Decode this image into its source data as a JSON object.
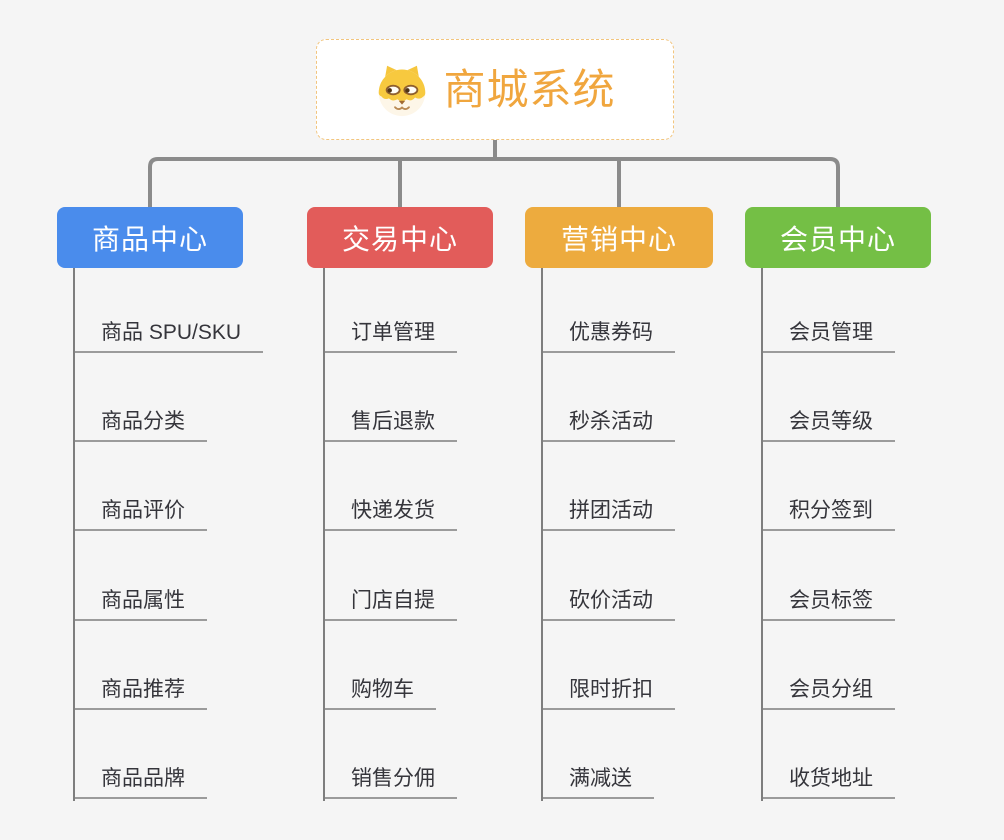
{
  "root": {
    "title": "商城系统",
    "title_color": "#f0a63e",
    "border_color": "#f2c57e",
    "icon": "doge-icon"
  },
  "connector_color": "#8b8b8b",
  "branches": [
    {
      "label": "商品中心",
      "color": "#4a8cec",
      "items": [
        "商品 SPU/SKU",
        "商品分类",
        "商品评价",
        "商品属性",
        "商品推荐",
        "商品品牌"
      ]
    },
    {
      "label": "交易中心",
      "color": "#e25c5a",
      "items": [
        "订单管理",
        "售后退款",
        "快递发货",
        "门店自提",
        "购物车",
        "销售分佣"
      ]
    },
    {
      "label": "营销中心",
      "color": "#edab3e",
      "items": [
        "优惠券码",
        "秒杀活动",
        "拼团活动",
        "砍价活动",
        "限时折扣",
        "满减送"
      ]
    },
    {
      "label": "会员中心",
      "color": "#74bf45",
      "items": [
        "会员管理",
        "会员等级",
        "积分签到",
        "会员标签",
        "会员分组",
        "收货地址"
      ]
    }
  ]
}
